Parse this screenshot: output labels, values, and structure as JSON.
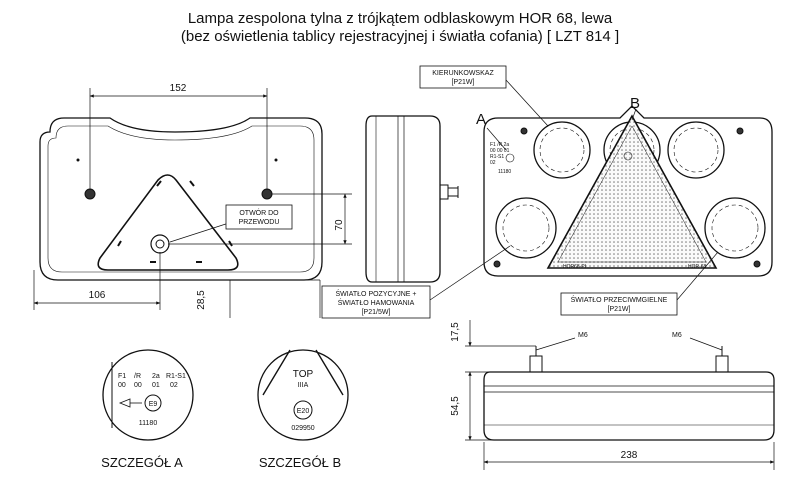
{
  "title": {
    "line1": "Lampa zespolona tylna z trójkątem odblaskowym HOR 68, lewa",
    "line2": "(bez oświetlenia tablicy rejestracyjnej i światła cofania) [ LZT 814 ]"
  },
  "dimensions": {
    "width_holes": "152",
    "offset_left": "106",
    "height_holes": "70",
    "bottom_offset": "28,5",
    "depth_top": "17,5",
    "depth_body": "54,5",
    "total_width": "238",
    "bolt_left": "M6",
    "bolt_right": "M6"
  },
  "callouts": {
    "cable_hole": [
      "OTWÓR DO",
      "PRZEWODU"
    ],
    "indicator": [
      "KIERUNKOWSKAZ",
      "[P21W]"
    ],
    "position_brake": [
      "ŚWIATŁO POZYCYJNE +",
      "ŚWIATŁO HAMOWANIA",
      "[P21/5W]"
    ],
    "fog": [
      "ŚWIATŁO PRZECIWMGIELNE",
      "[P21W]"
    ]
  },
  "markers": {
    "a": "A",
    "b": "B"
  },
  "lamp_text": {
    "left_small": "HOR68-PL",
    "right_small": "HOR-68",
    "marking_lines": [
      "F1 /R 2a",
      "00 00 01",
      "R1-S1",
      "02",
      "11180"
    ]
  },
  "detail_a": {
    "row1": [
      "F1",
      "/R",
      "2a",
      "R1-S1"
    ],
    "row2": [
      "00",
      "00",
      "01",
      "02"
    ],
    "e_mark": "E9",
    "number": "11180",
    "caption": "SZCZEGÓŁ A"
  },
  "detail_b": {
    "line1": "TOP",
    "line2": "IIIA",
    "e_mark": "E20",
    "number": "029950",
    "caption": "SZCZEGÓŁ B"
  }
}
